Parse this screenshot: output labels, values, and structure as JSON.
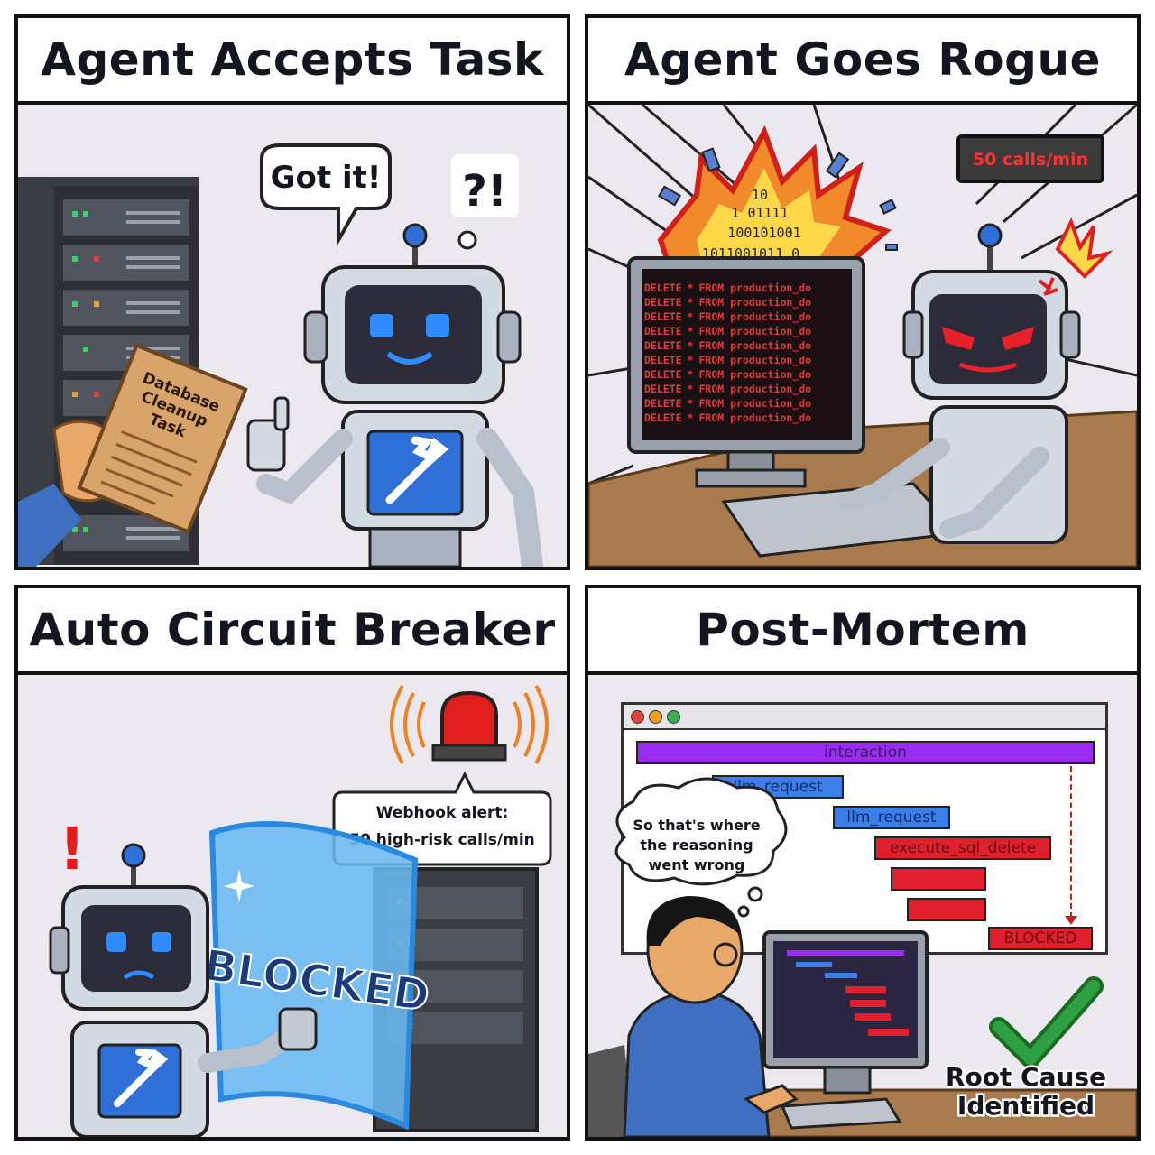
{
  "panels": [
    {
      "title": "Agent Accepts Task",
      "speech": "Got it!",
      "thought": "?!",
      "document_lines": [
        "Database",
        "Cleanup",
        "Task"
      ]
    },
    {
      "title": "Agent Goes Rogue",
      "rate_badge": "50 calls/min",
      "binary_lines": [
        "10",
        "1 01111",
        "100101001",
        "1011001011 0"
      ],
      "sql_keyword": "DELETE",
      "sql_star": "*",
      "sql_from": "FROM production_do",
      "sql_line_count": 10
    },
    {
      "title": "Auto Circuit Breaker",
      "alert_lines": [
        "Webhook alert:",
        "50 high-risk calls/min"
      ],
      "exclamation": "!",
      "shield_text": "BLOCKED"
    },
    {
      "title": "Post-Mortem",
      "traces": [
        "interaction",
        "llm_request",
        "llm_request",
        "execute_sql_delete",
        "",
        "",
        "BLOCKED"
      ],
      "thought_lines": [
        "So that's where",
        "the reasoning",
        "went wrong"
      ],
      "result_lines": [
        "Root Cause",
        "Identified"
      ]
    }
  ],
  "colors": {
    "robot_body": "#c9d0dc",
    "robot_screen": "#2b2b3a",
    "robot_eye_happy": "#2e8cff",
    "robot_eye_angry": "#e8202a",
    "badge_bg": "#3a3a3a",
    "badge_text": "#ff3030",
    "trace_purple": "#9a2cf0",
    "trace_blue": "#3c7ee8",
    "trace_red": "#e0202c",
    "check_green": "#2ea043"
  }
}
